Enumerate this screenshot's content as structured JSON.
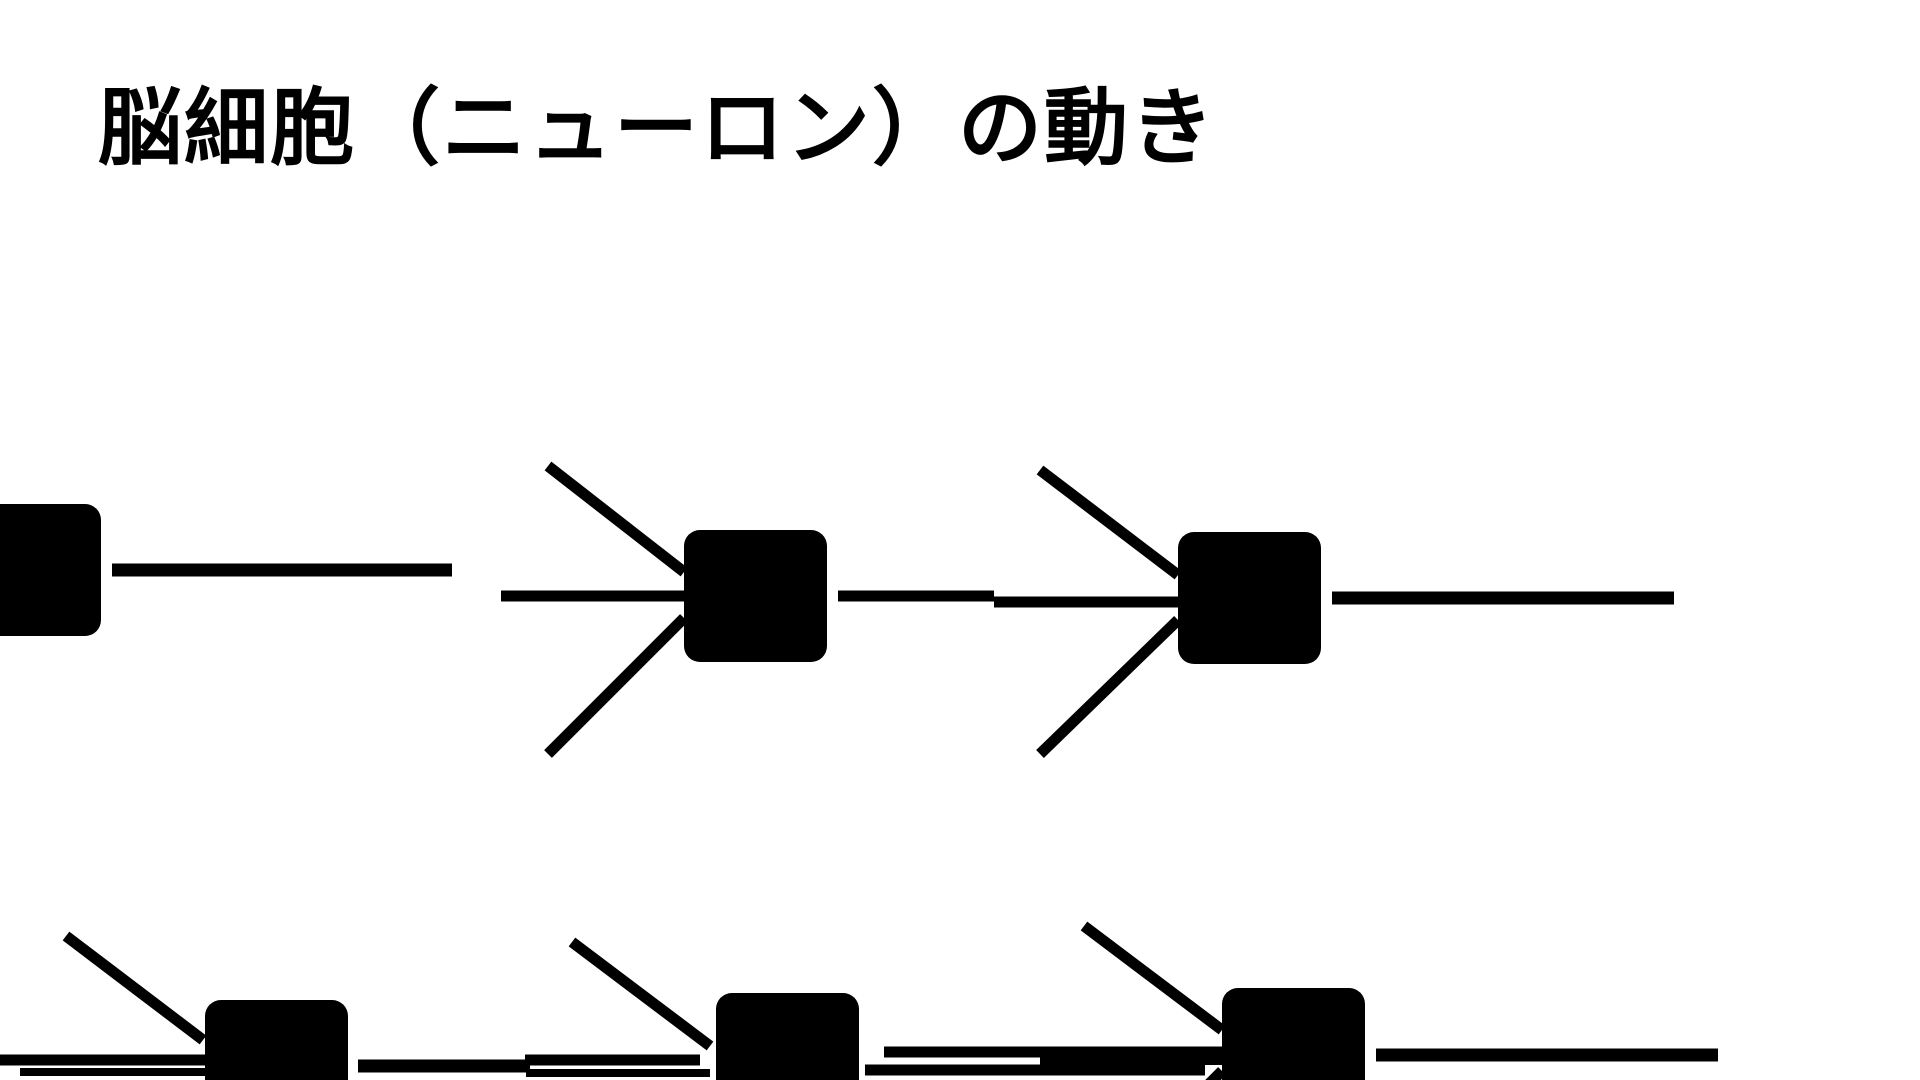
{
  "slide": {
    "title": "脳細胞（ニューロン）の動き"
  },
  "colors": {
    "background": "#ffffff",
    "ink": "#000000"
  },
  "diagram": {
    "element_kinds": [
      "neuron-cell-body",
      "dendrite",
      "axon"
    ],
    "rows": [
      {
        "row": "top",
        "neuron_count": 3
      },
      {
        "row": "bottom",
        "neuron_count": 3
      }
    ]
  }
}
